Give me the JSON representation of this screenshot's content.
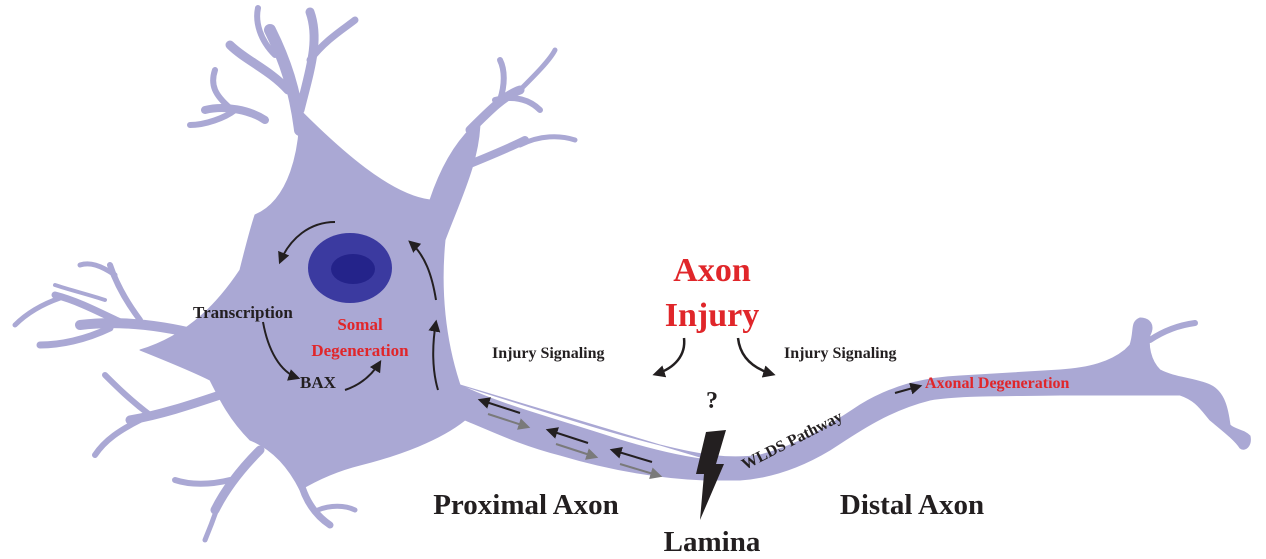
{
  "title_line1": "Axon",
  "title_line2": "Injury",
  "question_mark": "?",
  "labels": {
    "transcription": "Transcription",
    "bax": "BAX",
    "somal_line1": "Somal",
    "somal_line2": "Degeneration",
    "injury_signaling_left": "Injury Signaling",
    "injury_signaling_right": "Injury Signaling",
    "wlds_pathway": "WLDS Pathway",
    "axonal_degeneration": "Axonal Degeneration",
    "proximal_axon": "Proximal Axon",
    "distal_axon": "Distal Axon",
    "lamina": "Lamina"
  },
  "colors": {
    "cell_fill": "#aaa8d4",
    "nucleus_outer": "#3b3aa0",
    "nucleus_inner": "#24238a",
    "highlight_red": "#e0262a",
    "text_dark": "#231f20",
    "arrow_gray": "#7a7a7a"
  },
  "icons": {
    "injury_marker": "lightning-bolt-icon"
  }
}
